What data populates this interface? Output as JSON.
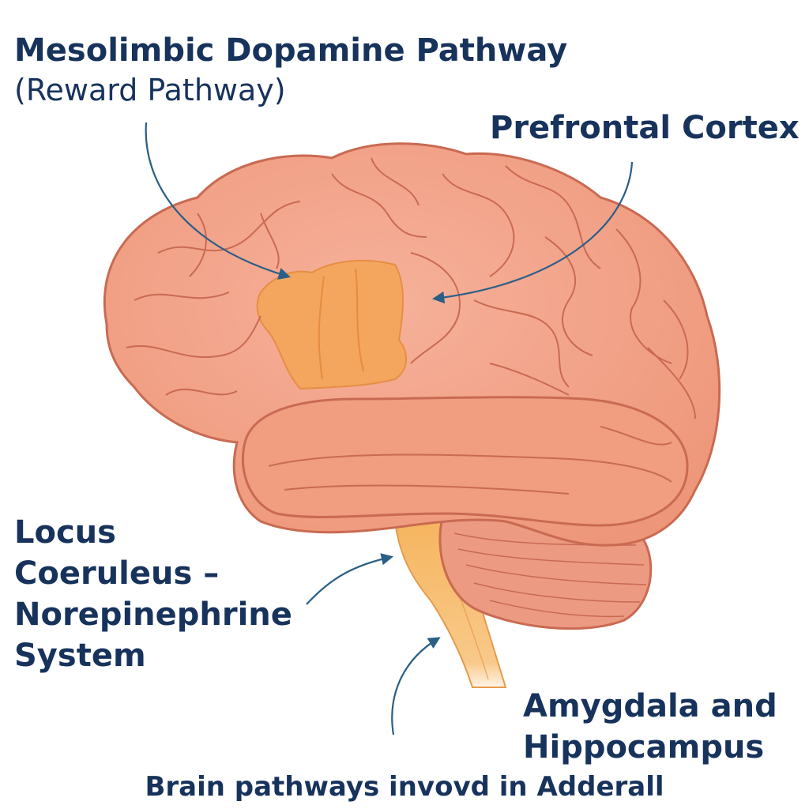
{
  "labels": {
    "mesolimbic_title": "Mesolimbic Dopamine Pathway",
    "mesolimbic_subtitle": "(Reward Pathway)",
    "prefrontal": "Prefrontal Cortex",
    "locus_line1": "Locus",
    "locus_line2": "Coeruleus –",
    "locus_line3": "Norepinephrine",
    "locus_line4": "System",
    "amygdala_line1": "Amygdala and",
    "amygdala_line2": "Hippocampus"
  },
  "caption": "Brain pathways invovd in Adderall",
  "colors": {
    "text": "#17335c",
    "arrow": "#2b5f86",
    "brain_fill": "#f2a283",
    "brain_stroke": "#c96a52",
    "highlight": "#f5a65a",
    "brainstem": "#f6b55f"
  }
}
